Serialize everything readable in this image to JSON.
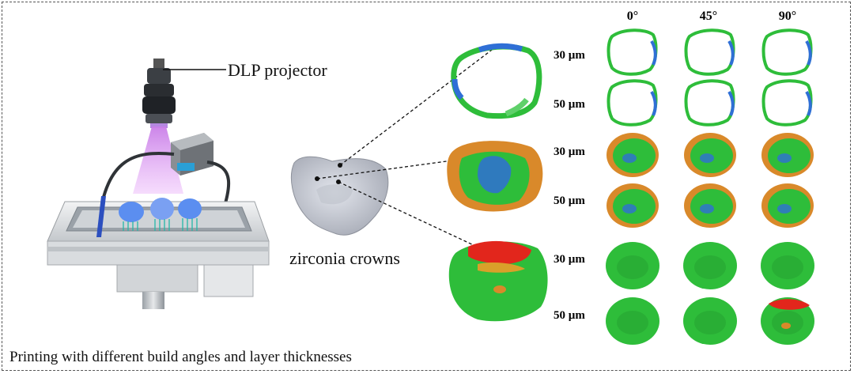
{
  "labels": {
    "projector": "DLP projector",
    "crowns": "zirconia crowns",
    "caption": "Printing with different build angles and layer thicknesses"
  },
  "grid": {
    "columns": [
      "0°",
      "45°",
      "90°"
    ],
    "rows": [
      "30 µm",
      "50 µm",
      "30 µm",
      "50 µm",
      "30 µm",
      "50 µm"
    ]
  },
  "colors": {
    "frame": "#555555",
    "heatmap_green": "#2ebd3a",
    "heatmap_blue": "#2f6fd6",
    "heatmap_red": "#e2261c",
    "heatmap_orange": "#d9892a",
    "light_beam": "#d58ff0"
  }
}
